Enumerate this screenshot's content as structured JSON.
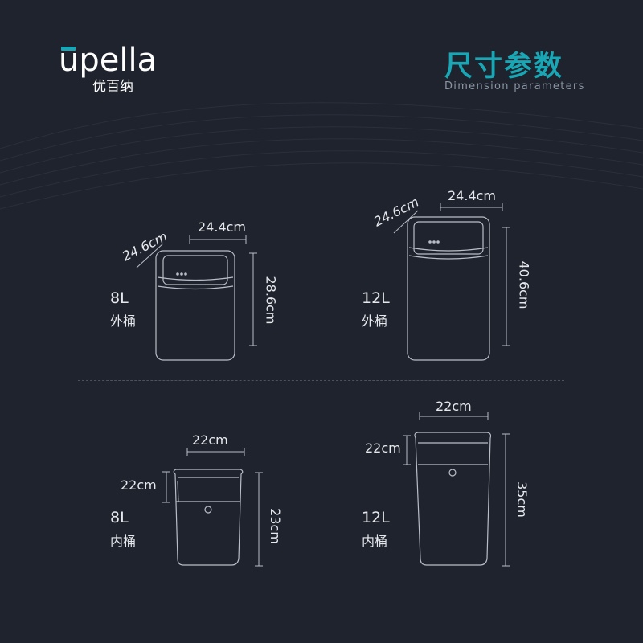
{
  "brand": {
    "logo_text": "upella",
    "logo_cn": "优百纳",
    "accent_color": "#19a7b5"
  },
  "header": {
    "title": "尺寸参数",
    "subtitle": "Dimension parameters"
  },
  "bins": {
    "outer_8l": {
      "volume": "8L",
      "kind": "外桶",
      "width": "24.4cm",
      "depth": "24.6cm",
      "height": "28.6cm"
    },
    "outer_12l": {
      "volume": "12L",
      "kind": "外桶",
      "width": "24.4cm",
      "depth": "24.6cm",
      "height": "40.6cm"
    },
    "inner_8l": {
      "volume": "8L",
      "kind": "内桶",
      "width": "22cm",
      "depth": "22cm",
      "height": "23cm"
    },
    "inner_12l": {
      "volume": "12L",
      "kind": "内桶",
      "width": "22cm",
      "depth": "22cm",
      "height": "35cm"
    }
  }
}
